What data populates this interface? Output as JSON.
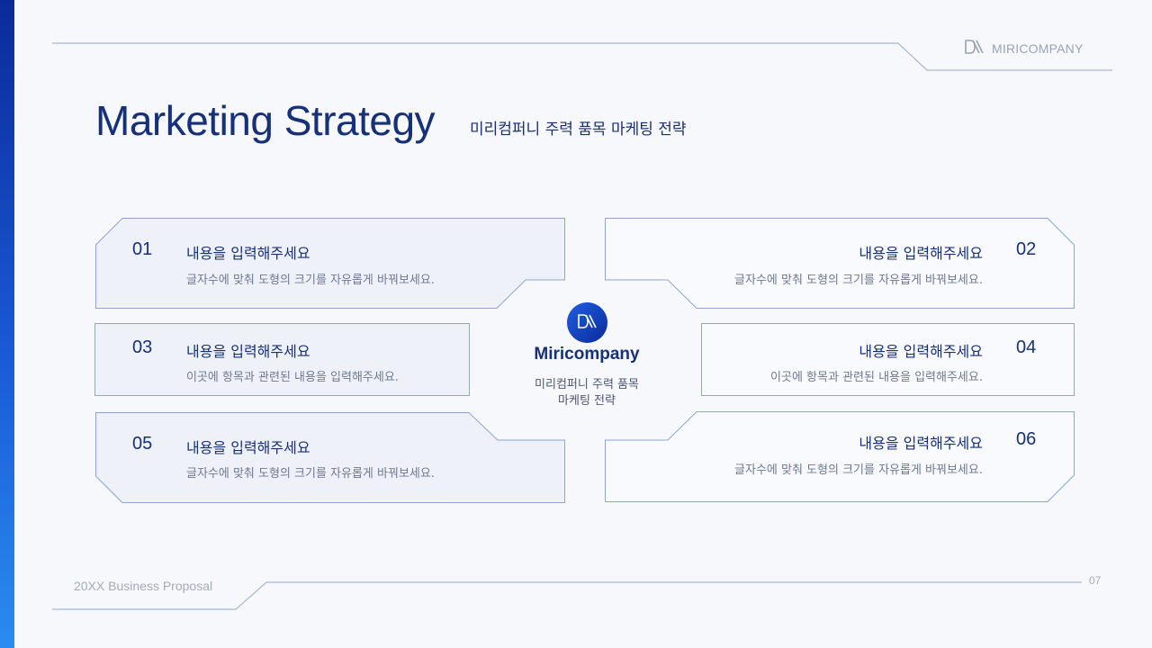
{
  "brand": {
    "name": "MIRICOMPANY"
  },
  "header": {
    "title": "Marketing Strategy",
    "subtitle": "미리컴퍼니 주력 품목 마케팅 전략"
  },
  "center": {
    "name": "Miricompany",
    "desc_line1": "미리컴퍼니 주력 품목",
    "desc_line2": "마케팅 전략"
  },
  "items": [
    {
      "num": "01",
      "title": "내용을 입력해주세요",
      "desc": "글자수에 맞춰 도형의 크기를 자유롭게 바꿔보세요."
    },
    {
      "num": "02",
      "title": "내용을 입력해주세요",
      "desc": "글자수에 맞춰 도형의 크기를 자유롭게 바꿔보세요."
    },
    {
      "num": "03",
      "title": "내용을 입력해주세요",
      "desc": "이곳에 항목과 관련된 내용을 입력해주세요."
    },
    {
      "num": "04",
      "title": "내용을 입력해주세요",
      "desc": "이곳에 항목과 관련된 내용을 입력해주세요."
    },
    {
      "num": "05",
      "title": "내용을 입력해주세요",
      "desc": "글자수에 맞춰 도형의 크기를 자유롭게 바꿔보세요."
    },
    {
      "num": "06",
      "title": "내용을 입력해주세요",
      "desc": "글자수에 맞춰 도형의 크기를 자유롭게 바꿔보세요."
    }
  ],
  "footer": {
    "label": "20XX Business Proposal",
    "page": "07"
  },
  "colors": {
    "accent": "#16307a",
    "line": "#8fa4cf",
    "card_fill": "#eef2f8",
    "sidebar_top": "#0b2a9a",
    "sidebar_bottom": "#2a8cf0"
  }
}
